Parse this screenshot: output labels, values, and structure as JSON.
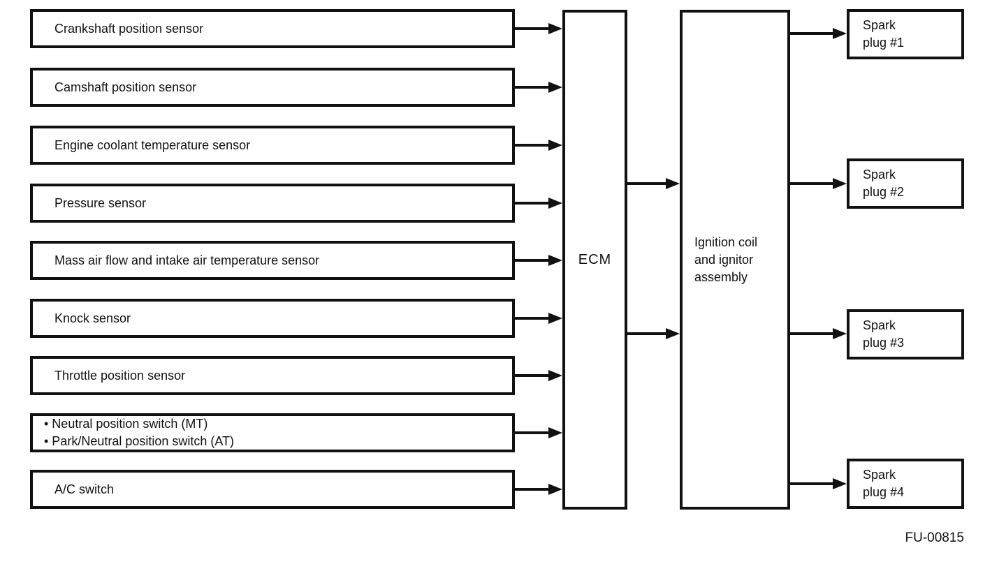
{
  "page": {
    "background_color": "#ffffff",
    "ink_color": "#111111",
    "figure_code": "FU-00815"
  },
  "inputs": [
    {
      "lines": [
        "Crankshaft position sensor"
      ]
    },
    {
      "lines": [
        "Camshaft position sensor"
      ]
    },
    {
      "lines": [
        "Engine coolant temperature sensor"
      ]
    },
    {
      "lines": [
        "Pressure sensor"
      ]
    },
    {
      "lines": [
        "Mass air flow and intake air temperature sensor"
      ]
    },
    {
      "lines": [
        "Knock sensor"
      ]
    },
    {
      "lines": [
        "Throttle position sensor"
      ]
    },
    {
      "lines": [
        "• Neutral position switch (MT)",
        "• Park/Neutral position switch (AT)"
      ]
    },
    {
      "lines": [
        "A/C switch"
      ]
    }
  ],
  "ecm": {
    "label": "ECM"
  },
  "ignition": {
    "lines": [
      "Ignition coil",
      "and ignitor",
      "assembly"
    ]
  },
  "outputs": [
    {
      "lines": [
        "Spark",
        "plug #1"
      ]
    },
    {
      "lines": [
        "Spark",
        "plug #2"
      ]
    },
    {
      "lines": [
        "Spark",
        "plug #3"
      ]
    },
    {
      "lines": [
        "Spark",
        "plug #4"
      ]
    }
  ]
}
